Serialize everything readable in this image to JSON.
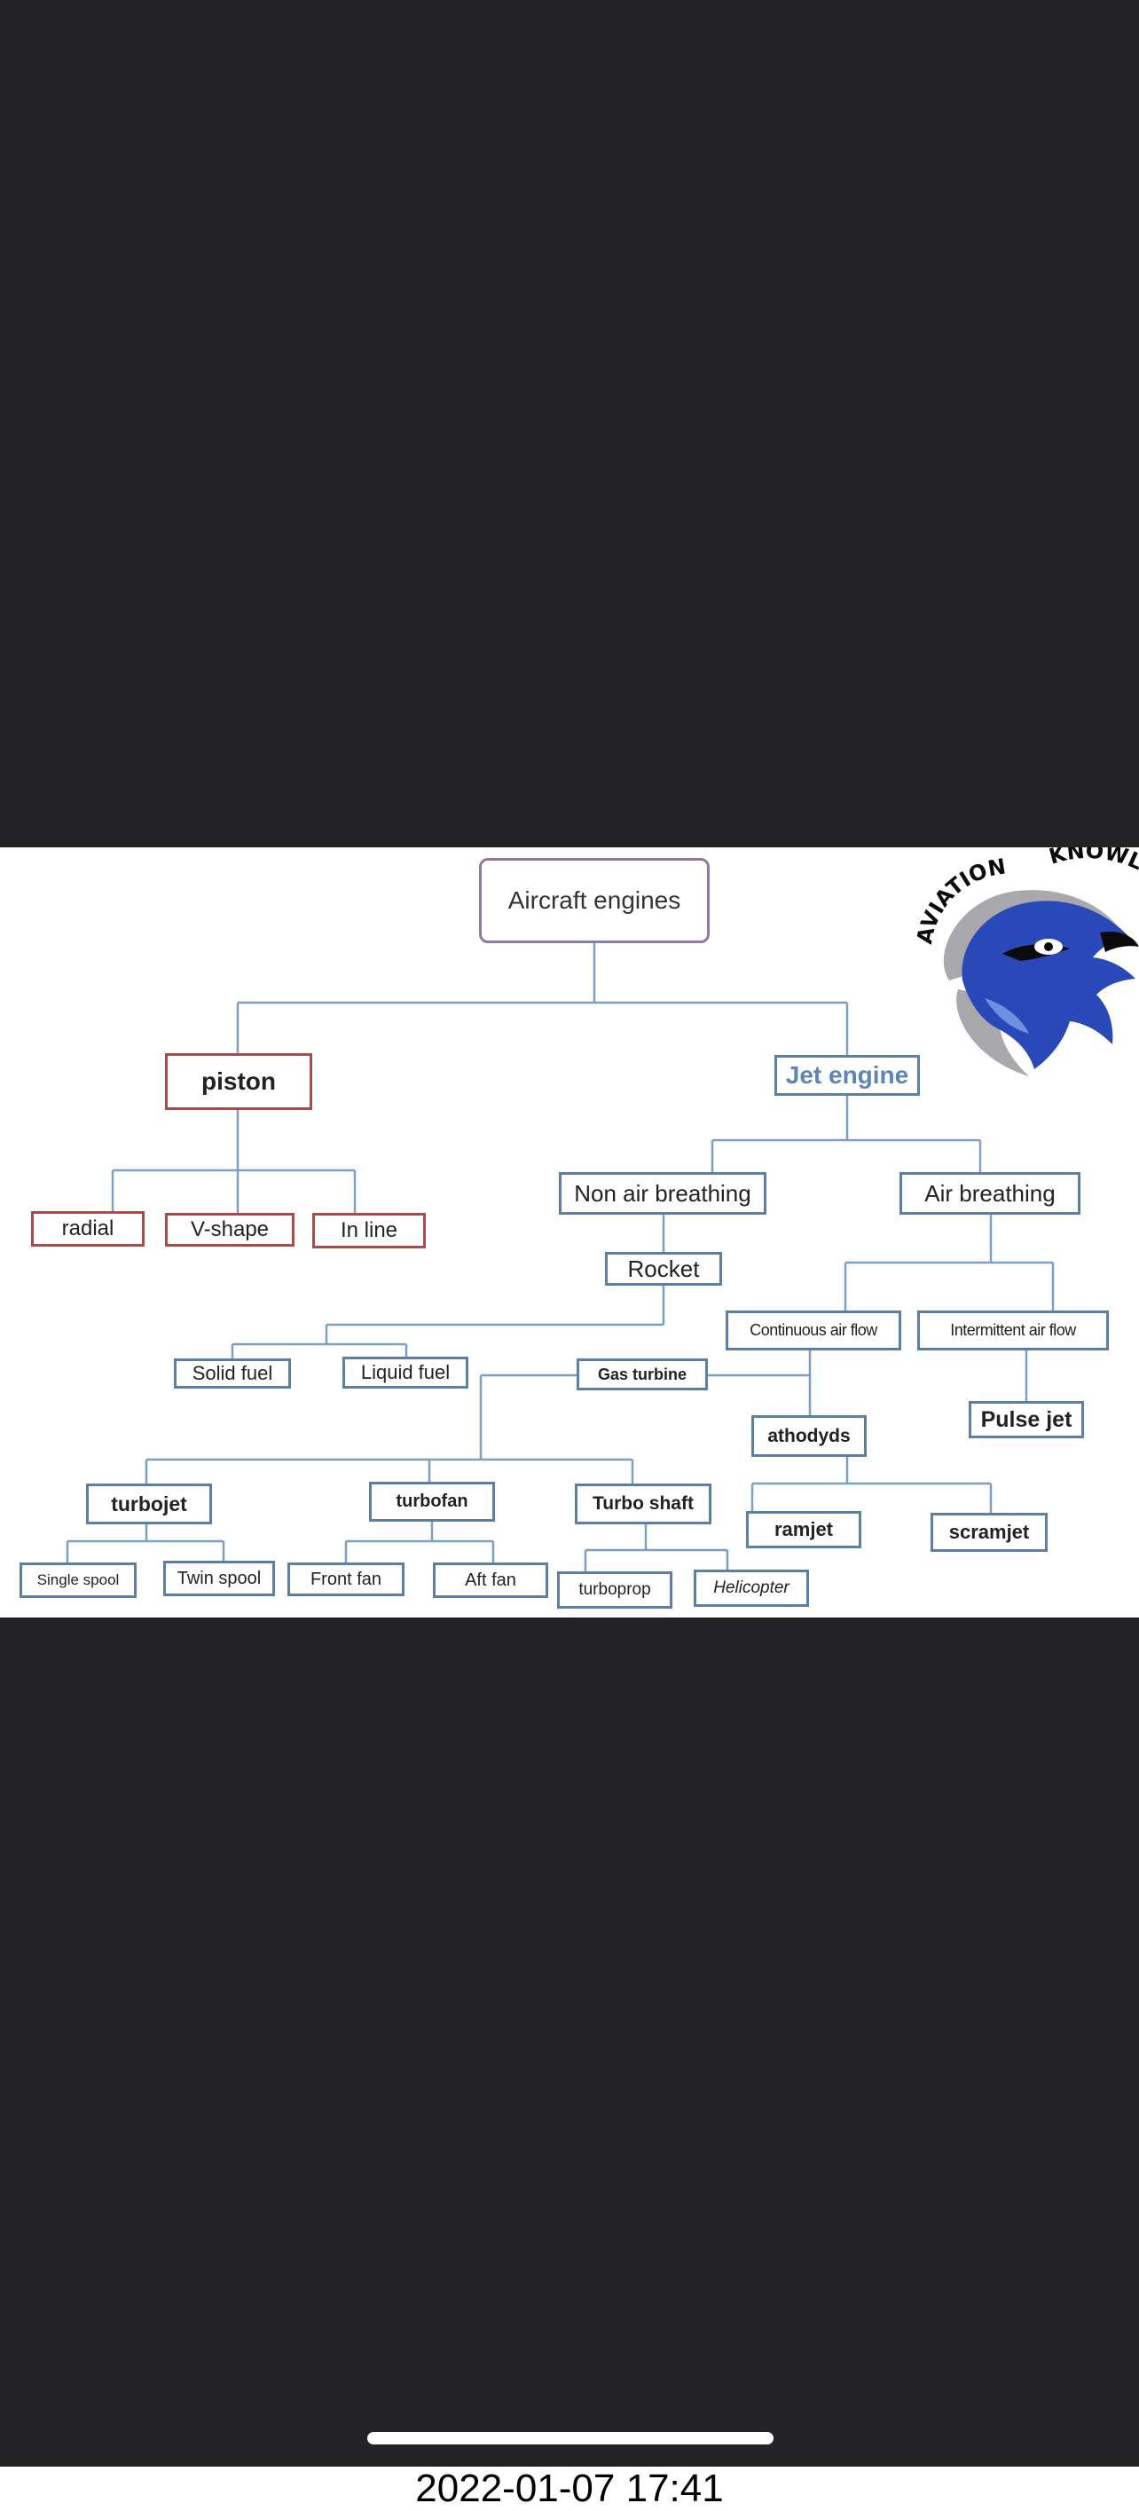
{
  "diagram": {
    "root": "Aircraft engines",
    "piston": "piston",
    "piston_types": [
      "radial",
      "V-shape",
      "In line"
    ],
    "jet_engine": "Jet engine",
    "non_air_breathing": "Non air breathing",
    "air_breathing": "Air breathing",
    "rocket": "Rocket",
    "rocket_types": [
      "Solid fuel",
      "Liquid fuel"
    ],
    "continuous_airflow": "Continuous air flow",
    "intermittent_airflow": "Intermittent air flow",
    "gas_turbine": "Gas turbine",
    "athodyds": "athodyds",
    "pulse_jet": "Pulse jet",
    "turbojet": "turbojet",
    "turbofan": "turbofan",
    "turbo_shaft": "Turbo shaft",
    "ramjet": "ramjet",
    "scramjet": "scramjet",
    "turbojet_types": [
      "Single spool",
      "Twin spool"
    ],
    "turbofan_types": [
      "Front fan",
      "Aft fan"
    ],
    "turboshaft_types": [
      "turboprop",
      "Helicopter"
    ]
  },
  "logo": {
    "text_top": "AVIATION",
    "text_side": "KNOWLEDGE",
    "colors": {
      "blue": "#2a49b8",
      "grey": "#a9a9ad",
      "dark": "#0b0b0b"
    }
  },
  "footer": {
    "timestamp": "2022-01-07 17:41"
  },
  "colors": {
    "background": "#232325",
    "line": "#7f9fc2",
    "blue_border": "#5b7fa6",
    "red_border": "#a84b4b",
    "root_border": "#8e7aa6"
  }
}
